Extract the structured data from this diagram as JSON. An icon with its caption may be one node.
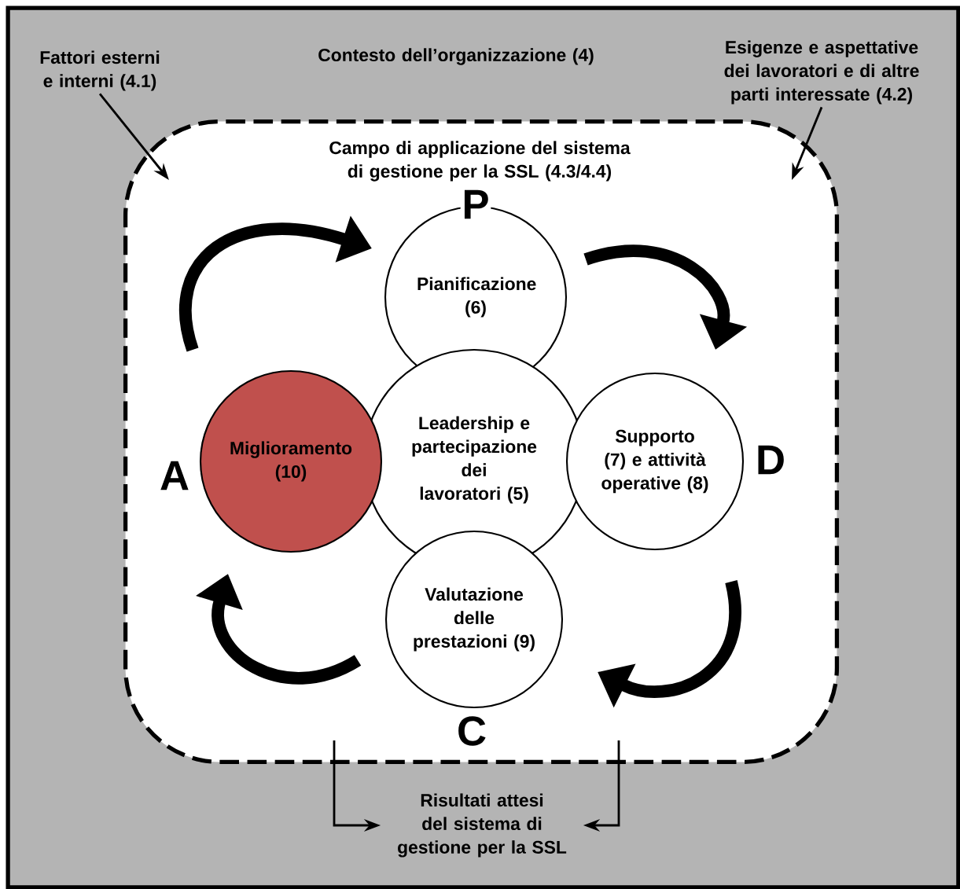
{
  "diagram": {
    "nodes": [
      {
        "text": [
          "Contesto dell’organizzazione (4)"
        ]
      },
      {
        "text": [
          "Fattori esterni e interni (4.1)"
        ],
        "in": 0
      },
      {
        "text": [
          "Esigenze e aspettative dei lavoratori e di altre parti interessate (4.2)"
        ],
        "in": 0
      },
      {
        "text": [
          "Campo di applicazione del sistema di gestione per la SSL (4.3/4.4)"
        ],
        "in": 0
      },
      {
        "text": [
          "Pianificazione (6)"
        ],
        "in": 3,
        "beside": [
          "P"
        ]
      },
      {
        "text": [
          "Leadership e partecipazione dei lavoratori (5)"
        ],
        "in": 3
      },
      {
        "text": [
          "Supporto (7) e attività operative (8)"
        ],
        "in": 3,
        "beside": [
          "D"
        ]
      },
      {
        "text": [
          "Valutazione delle prestazioni (9)"
        ],
        "in": 3,
        "beside": [
          "C"
        ]
      },
      {
        "text": [
          "Miglioramento (10)"
        ],
        "in": 3,
        "beside": [
          "A"
        ]
      },
      {
        "text": [
          "Risultati attesi del sistema di gestione per la SSL"
        ],
        "in": 0
      }
    ],
    "edges": [
      {
        "from": 1,
        "to": 3,
        "arrow": "to"
      },
      {
        "from": 2,
        "to": 3,
        "arrow": "to"
      },
      {
        "from": 3,
        "to": 9,
        "arrow": "to"
      },
      {
        "from": 3,
        "to": 9,
        "arrow": "to"
      },
      {
        "from": 8,
        "to": 4,
        "arrow": "to",
        "style": "thick"
      },
      {
        "from": 4,
        "to": 6,
        "arrow": "to",
        "style": "thick"
      },
      {
        "from": 6,
        "to": 7,
        "arrow": "to",
        "style": "thick"
      },
      {
        "from": 7,
        "to": 8,
        "arrow": "to",
        "style": "thick"
      }
    ]
  }
}
